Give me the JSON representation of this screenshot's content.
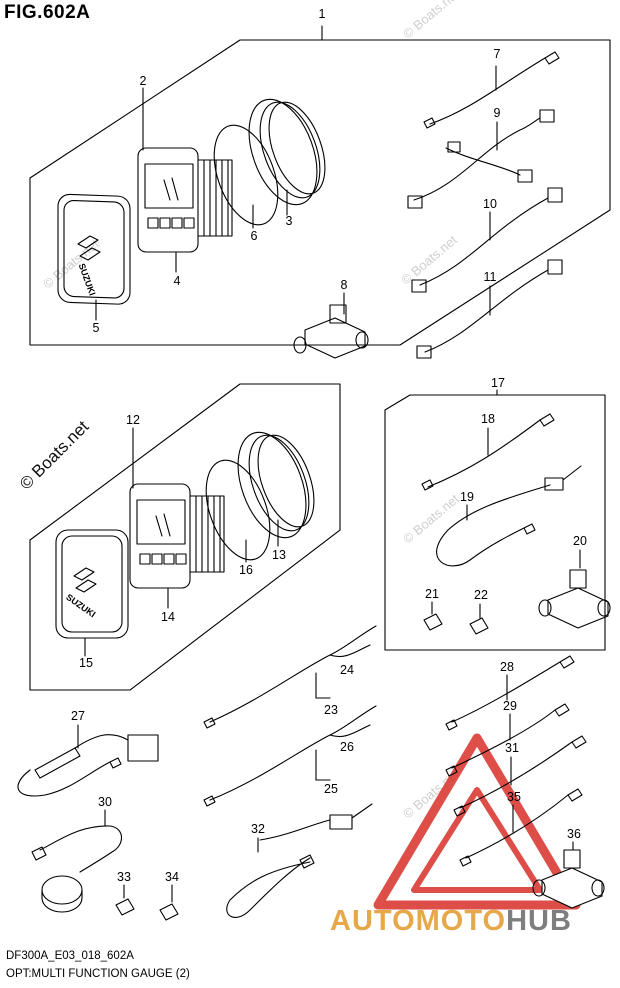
{
  "figure": {
    "title": "FIG.602A",
    "footer_code": "DF300A_E03_018_602A",
    "footer_caption": "OPT:MULTI FUNCTION GAUGE (2)"
  },
  "callouts": [
    "1",
    "2",
    "3",
    "4",
    "5",
    "6",
    "7",
    "8",
    "9",
    "10",
    "11",
    "12",
    "13",
    "14",
    "15",
    "16",
    "17",
    "18",
    "19",
    "20",
    "21",
    "22",
    "23",
    "24",
    "25",
    "26",
    "27",
    "28",
    "29",
    "30",
    "31",
    "32",
    "33",
    "34",
    "35",
    "36"
  ],
  "brand_text": [
    "SUZUKI",
    "SUZUKI"
  ],
  "watermarks": {
    "main": "© Boats.net",
    "faint": [
      "© Boats.net",
      "© Boats.net",
      "© Boats.net",
      "© Boats.net",
      "© Boats.net"
    ]
  },
  "logo": {
    "part1": "AUTOMOTO",
    "part2": "HUB"
  },
  "colors": {
    "line": "#000000",
    "logo_orange": "#e7a84a",
    "logo_gray": "#7e7e7e",
    "logo_red": "#d9302a",
    "watermark": "#cfcfcf"
  }
}
